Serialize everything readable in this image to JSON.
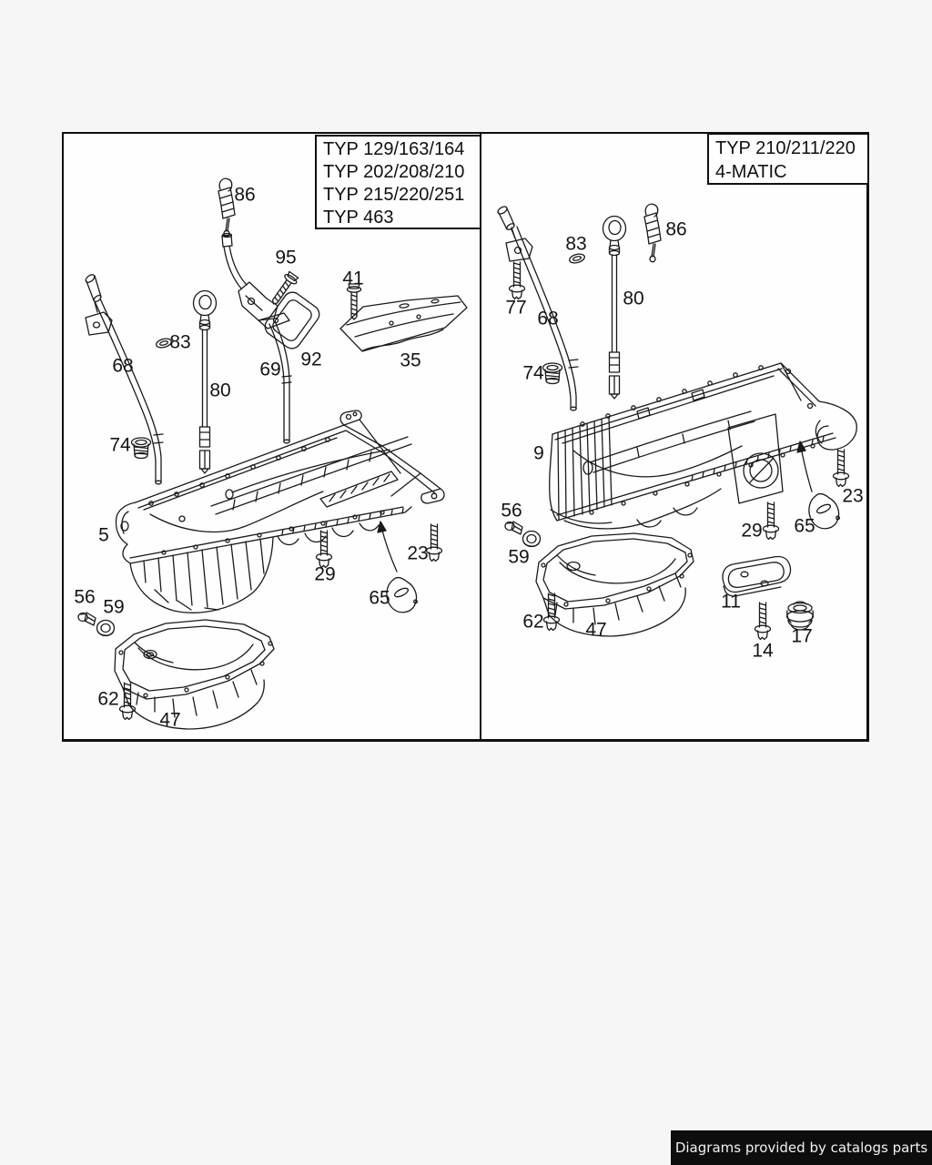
{
  "footer": {
    "text": "Diagrams provided by catalogs parts"
  },
  "colors": {
    "line": "#1a1a1a",
    "page_bg": "#f6f6f6",
    "frame_bg": "#fffefe",
    "footer_bg": "#0d0d0d",
    "footer_fg": "#f2f2f2"
  },
  "panels": {
    "left": {
      "title_lines": [
        "TYP 129/163/164",
        "TYP 202/208/210",
        "TYP 215/220/251",
        "TYP 463"
      ],
      "parts": [
        "86",
        "95",
        "41",
        "83",
        "68",
        "69",
        "80",
        "92",
        "35",
        "74",
        "5",
        "29",
        "23",
        "65",
        "56",
        "59",
        "62",
        "47"
      ]
    },
    "right": {
      "title_lines": [
        "TYP 210/211/220",
        "4-MATIC"
      ],
      "parts": [
        "83",
        "86",
        "77",
        "68",
        "80",
        "74",
        "9",
        "23",
        "29",
        "65",
        "56",
        "59",
        "62",
        "47",
        "11",
        "14",
        "17"
      ]
    }
  }
}
